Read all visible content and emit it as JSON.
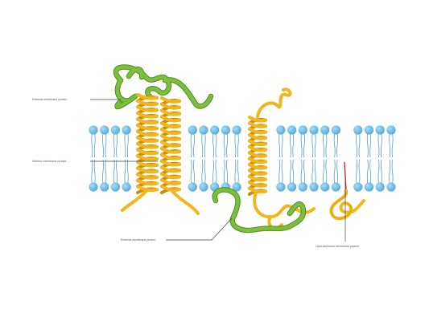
{
  "labels": {
    "external_protein_top": "External membrane protein",
    "intrinsic_protein": "Intrinsic membrane protein",
    "external_protein_bottom": "External membrane protein",
    "lipid_anchored_protein": "Lipid-anchored membrane protein"
  },
  "colors": {
    "background": "#ffffff",
    "phospholipid_head": "#4fa8dc",
    "phospholipid_head_highlight": "#a9dcf7",
    "phospholipid_tail": "#5a9ec9",
    "helix_protein": "#f2b51c",
    "helix_protein_dark": "#c98d0b",
    "external_protein": "#7cbf3a",
    "external_protein_dark": "#4f8f22",
    "lipid_anchor": "#c62828",
    "leader_line": "#444444",
    "label_text": "#555555"
  }
}
